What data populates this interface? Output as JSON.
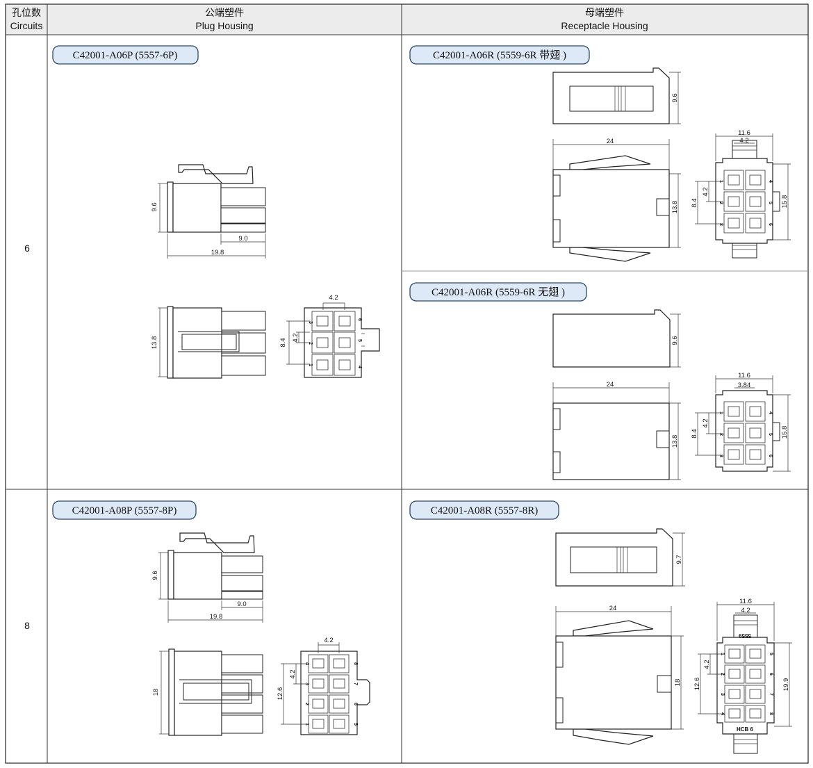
{
  "header": {
    "circuits_cn": "孔位数",
    "circuits_en": "Circuits",
    "plug_cn": "公端塑件",
    "plug_en": "Plug Housing",
    "receptacle_cn": "母端塑件",
    "receptacle_en": "Receptacle Housing"
  },
  "rows": [
    {
      "circuits": "6"
    },
    {
      "circuits": "8"
    }
  ],
  "labels": {
    "p6": "C42001-A06P (5557-6P)",
    "r6a": "C42001-A06R (5559-6R 带翅 )",
    "r6b": "C42001-A06R (5559-6R 无翅 )",
    "p8": "C42001-A08P (5557-8P)",
    "r8": "C42001-A08R (5557-8R)"
  },
  "dims": {
    "p6_side_h": "9.6",
    "p6_side_l": "19.8",
    "p6_side_tail": "9.0",
    "p6_top_h": "13.8",
    "p6_front_pitch": "4.2",
    "p6_front_pitch2": "4.2",
    "p6_front_span": "8.4",
    "r6a_side_h": "9.6",
    "r6a_top_l": "24",
    "r6a_top_h": "13.8",
    "r6a_front_w": "11.6",
    "r6a_front_pitch": "4.2",
    "r6a_front_pitch2": "4.2",
    "r6a_front_span": "8.4",
    "r6a_front_h": "15.8",
    "r6b_side_h": "9.6",
    "r6b_top_l": "24",
    "r6b_top_h": "13.8",
    "r6b_front_w": "11.6",
    "r6b_front_pitch": "3.84",
    "r6b_front_pitch2": "4.2",
    "r6b_front_span": "8.4",
    "r6b_front_h": "15.8",
    "p8_side_h": "9.6",
    "p8_side_l": "19.8",
    "p8_side_tail": "9.0",
    "p8_top_h": "18",
    "p8_front_pitch": "4.2",
    "p8_front_pitch2": "4.2",
    "p8_front_span": "12.6",
    "r8_side_h": "9.7",
    "r8_top_l": "24",
    "r8_top_h": "18",
    "r8_front_w": "11.6",
    "r8_front_pitch": "4.2",
    "r8_front_pitch2": "4.2",
    "r8_front_span": "12.6",
    "r8_front_h": "19.9"
  },
  "pins": {
    "p6_left": [
      "3",
      "2",
      "1"
    ],
    "p6_right": [
      "6",
      "5",
      "4"
    ],
    "r6_left": [
      "1",
      "2",
      "3"
    ],
    "r6_right": [
      "4",
      "5",
      "6"
    ],
    "p8_left": [
      "4",
      "3",
      "2",
      "1"
    ],
    "p8_right": [
      "8",
      "7",
      "6",
      "5"
    ],
    "r8_left": [
      "1",
      "2",
      "3",
      "4"
    ],
    "r8_right": [
      "5",
      "6",
      "7",
      "8"
    ]
  },
  "stamps": {
    "r8_top": "5559",
    "r8_bottom": "HCB 6"
  }
}
